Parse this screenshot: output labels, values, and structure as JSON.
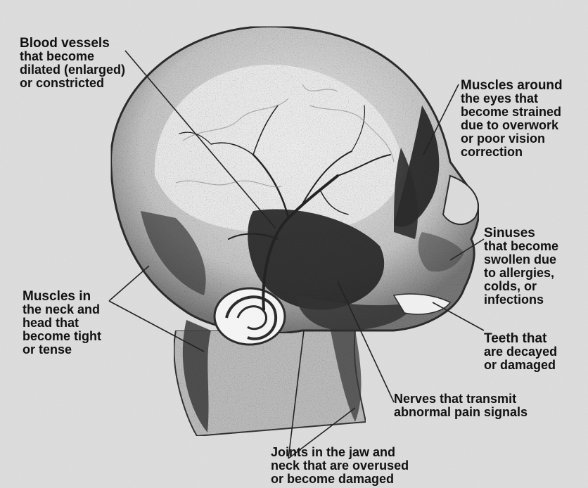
{
  "labels": {
    "blood_vessels": {
      "heading": "Blood vessels",
      "lines": [
        "that become",
        "dilated (enlarged)",
        "or constricted"
      ]
    },
    "eye_muscles": {
      "heading": "Muscles around",
      "lines": [
        "the eyes that",
        "become strained",
        "due to overwork",
        "or poor vision",
        "correction"
      ]
    },
    "sinuses": {
      "heading": "Sinuses",
      "lines": [
        "that become",
        "swollen due",
        "to allergies,",
        "colds, or",
        "infections"
      ]
    },
    "neck_muscles": {
      "heading": "Muscles in",
      "lines": [
        "the neck and",
        "head that",
        "become tight",
        "or tense"
      ]
    },
    "teeth": {
      "heading": "Teeth that",
      "lines": [
        "are decayed",
        "or damaged"
      ]
    },
    "nerves": {
      "lines": [
        "Nerves that transmit",
        "abnormal pain signals"
      ]
    },
    "joints": {
      "lines": [
        "Joints in the jaw and",
        "neck that are overused",
        "or become damaged"
      ]
    }
  },
  "colors": {
    "background": "#d9d9d9",
    "ink": "#111111",
    "head_fill": "#a9a9a9",
    "dark_shading": "#1a1a1a",
    "light_region": "#ededed"
  }
}
